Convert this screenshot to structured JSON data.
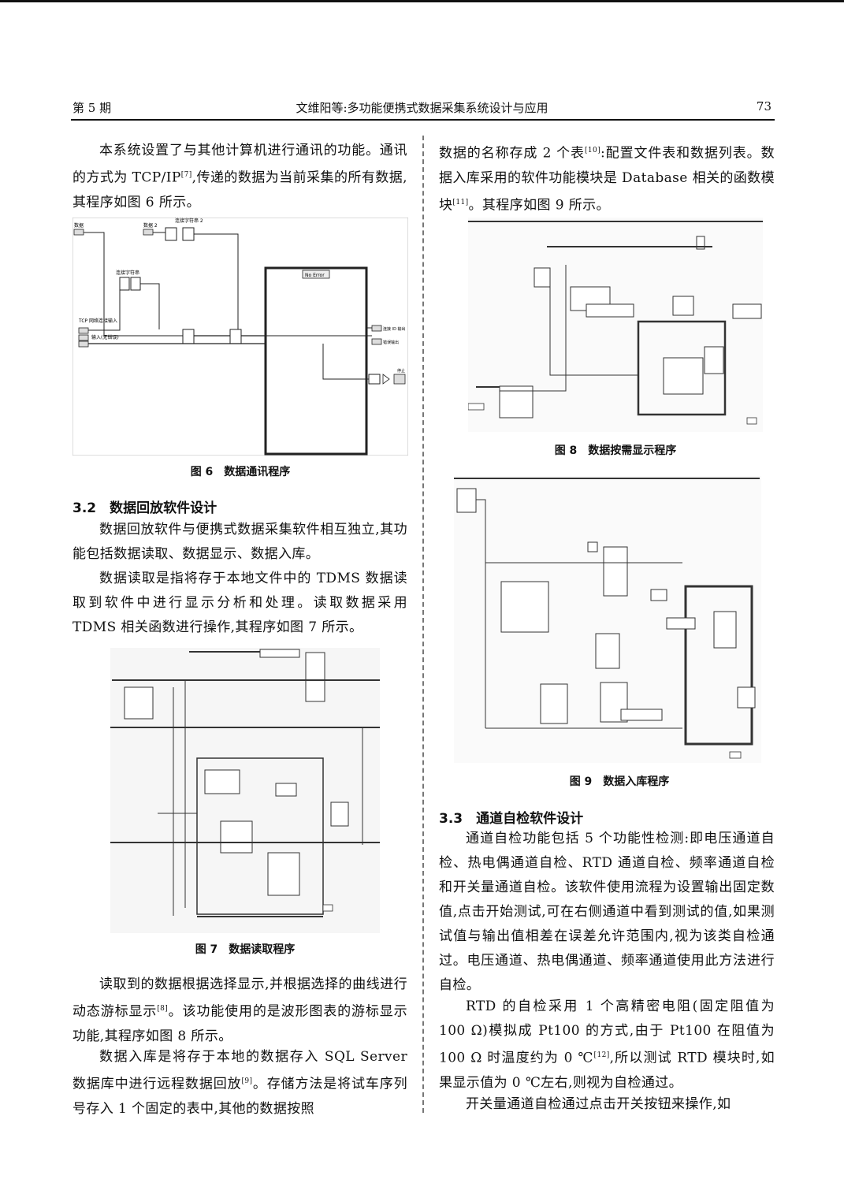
{
  "header": {
    "left": "第 5 期",
    "center": "文维阳等:多功能便携式数据采集系统设计与应用",
    "right": "73"
  },
  "left_column": {
    "p1": "本系统设置了与其他计算机进行通讯的功能。通讯的方式为 TCP/IP",
    "p1_ref": "[7]",
    "p1_tail": ",传递的数据为当前采集的所有数据,其程序如图 6 所示。",
    "fig6_caption": "图 6　数据通讯程序",
    "fig6_labels": {
      "data": "数据",
      "data2": "数据 2",
      "concat1": "连接字符串",
      "concat2": "连接字符串 2",
      "tcp": "TCP 网络连接输入",
      "write": "输入(无错误)",
      "case": "No Error",
      "out1": "连接 ID 输出",
      "out2": "错误输出",
      "stop": "停止"
    },
    "section_32": "3.2　数据回放软件设计",
    "p2": "数据回放软件与便携式数据采集软件相互独立,其功能包括数据读取、数据显示、数据入库。",
    "p3": "数据读取是指将存于本地文件中的 TDMS 数据读取到软件中进行显示分析和处理。读取数据采用 TDMS 相关函数进行操作,其程序如图 7 所示。",
    "fig7_caption": "图 7　数据读取程序",
    "p4": "读取到的数据根据选择显示,并根据选择的曲线进行动态游标显示",
    "p4_ref": "[8]",
    "p4_tail": "。该功能使用的是波形图表的游标显示功能,其程序如图 8 所示。",
    "p5": "数据入库是将存于本地的数据存入 SQL Server 数据库中进行远程数据回放",
    "p5_ref": "[9]",
    "p5_tail": "。存储方法是将试车序列号存入 1 个固定的表中,其他的数据按照"
  },
  "right_column": {
    "p1": "数据的名称存成 2 个表",
    "p1_ref": "[10]",
    "p1_mid": ":配置文件表和数据列表。数据入库采用的软件功能模块是 Database 相关的函数模块",
    "p1_ref2": "[11]",
    "p1_tail": "。其程序如图 9 所示。",
    "fig8_caption": "图 8　数据按需显示程序",
    "fig9_caption": "图 9　数据入库程序",
    "section_33": "3.3　通道自检软件设计",
    "p2": "通道自检功能包括 5 个功能性检测:即电压通道自检、热电偶通道自检、RTD 通道自检、频率通道自检和开关量通道自检。该软件使用流程为设置输出固定数值,点击开始测试,可在右侧通道中看到测试的值,如果测试值与输出值相差在误差允许范围内,视为该类自检通过。电压通道、热电偶通道、频率通道使用此方法进行自检。",
    "p3": "RTD 的自检采用 1 个高精密电阻(固定阻值为 100 Ω)模拟成 Pt100 的方式,由于 Pt100 在阻值为 100 Ω 时温度约为 0 ℃",
    "p3_ref": "[12]",
    "p3_tail": ",所以测试 RTD 模块时,如果显示值为 0 ℃左右,则视为自检通过。",
    "p4": "开关量通道自检通过点击开关按钮来操作,如"
  }
}
